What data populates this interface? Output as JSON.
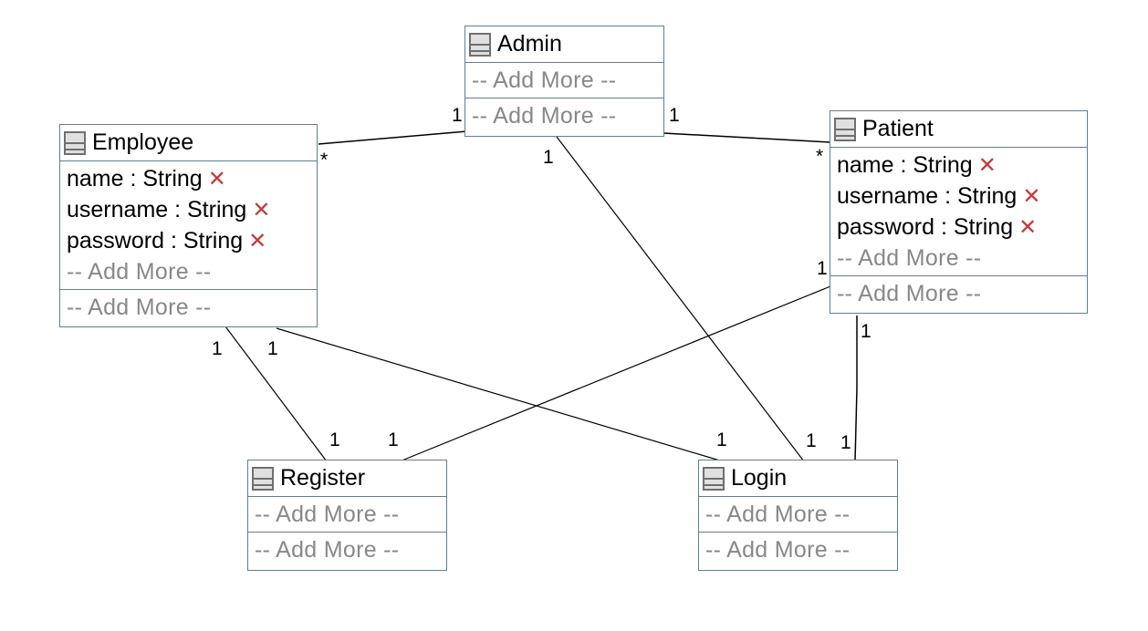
{
  "classes": {
    "admin": {
      "name": "Admin",
      "attributes": [],
      "attr_add": "-- Add More --",
      "method_add": "-- Add More --"
    },
    "employee": {
      "name": "Employee",
      "attributes": [
        {
          "text": "name : String",
          "delete": "✕"
        },
        {
          "text": "username : String",
          "delete": "✕"
        },
        {
          "text": "password : String",
          "delete": "✕"
        }
      ],
      "attr_add": "-- Add More --",
      "method_add": "-- Add More --"
    },
    "patient": {
      "name": "Patient",
      "attributes": [
        {
          "text": "name : String",
          "delete": "✕"
        },
        {
          "text": "username : String",
          "delete": "✕"
        },
        {
          "text": "password : String",
          "delete": "✕"
        }
      ],
      "attr_add": "-- Add More --",
      "method_add": "-- Add More --"
    },
    "register": {
      "name": "Register",
      "attributes": [],
      "attr_add": "-- Add More --",
      "method_add": "-- Add More --"
    },
    "login": {
      "name": "Login",
      "attributes": [],
      "attr_add": "-- Add More --",
      "method_add": "-- Add More --"
    }
  },
  "associations": [
    {
      "from": "Admin",
      "to": "Employee",
      "from_mult": "1",
      "to_mult": "*"
    },
    {
      "from": "Admin",
      "to": "Patient",
      "from_mult": "1",
      "to_mult": "*"
    },
    {
      "from": "Admin",
      "to": "Login",
      "from_mult": "1",
      "to_mult": "1"
    },
    {
      "from": "Employee",
      "to": "Register",
      "from_mult": "1",
      "to_mult": "1"
    },
    {
      "from": "Employee",
      "to": "Login",
      "from_mult": "1",
      "to_mult": "1"
    },
    {
      "from": "Patient",
      "to": "Register",
      "from_mult": "1",
      "to_mult": "1"
    },
    {
      "from": "Patient",
      "to": "Login",
      "from_mult": "1",
      "to_mult": "1"
    }
  ],
  "colors": {
    "class_border": "#5f7f96",
    "add_more_text": "#888888",
    "delete_icon": "#c43a3a",
    "edge": "#000000"
  }
}
